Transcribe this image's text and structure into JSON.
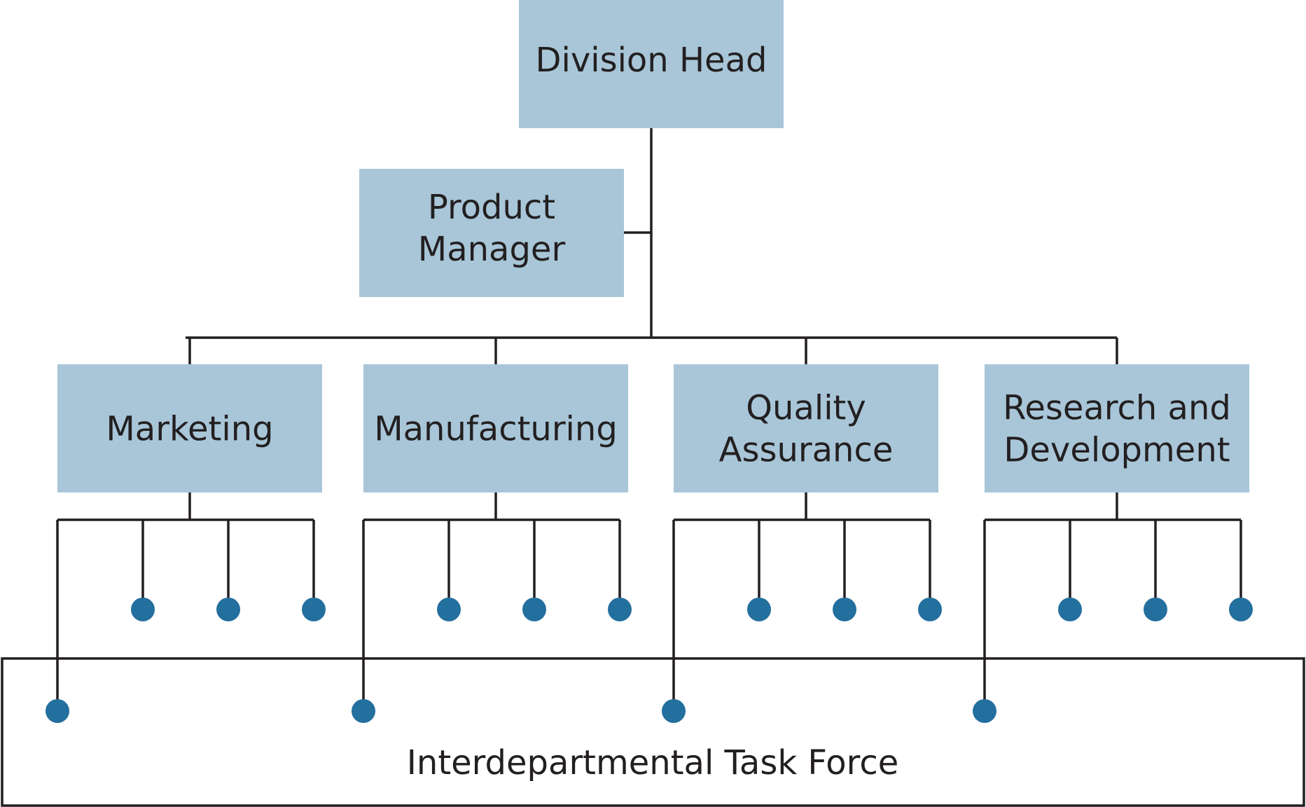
{
  "diagram": {
    "top": {
      "label": "Division Head"
    },
    "staff": {
      "lines": [
        "Product",
        "Manager"
      ]
    },
    "departments": [
      {
        "id": "marketing",
        "lines": [
          "Marketing"
        ]
      },
      {
        "id": "manufacturing",
        "lines": [
          "Manufacturing"
        ]
      },
      {
        "id": "quality-assurance",
        "lines": [
          "Quality",
          "Assurance"
        ]
      },
      {
        "id": "research-and-development",
        "lines": [
          "Research and",
          "Development"
        ]
      }
    ],
    "members_per_department": 3,
    "task_force": {
      "label": "Interdepartmental Task Force"
    },
    "colors": {
      "box": "#a8c6d8",
      "member_dot": "#236f9e",
      "line": "#231f20",
      "text": "#231f20"
    }
  }
}
